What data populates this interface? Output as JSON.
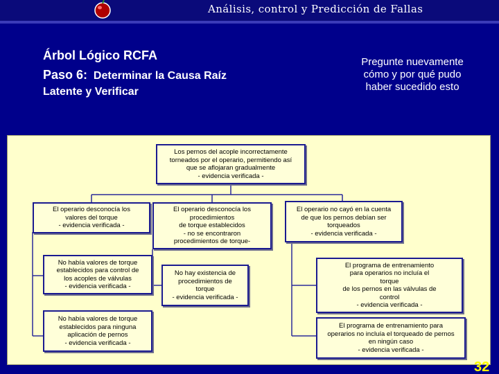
{
  "header": {
    "title": "Análisis, control y Predicción de Fallas"
  },
  "heading": {
    "line1": "Árbol Lógico RCFA",
    "line2_prefix": "Paso 6:",
    "line2_rest": "  Determinar la Causa Raíz",
    "line3": "Latente y Verificar"
  },
  "question_note": "Pregunte nuevamente cómo y por qué pudo haber sucedido esto",
  "tree": {
    "root": "Los pernos del acople incorrectamente\ntorneados por el operario, permitiendo así\nque se aflojaran gradualmente\n- evidencia verificada -",
    "col1": [
      "El operario desconocía los\nvalores del torque\n- evidencia verificada -",
      "No había valores de torque\nestablecidos para control de\nlos acoples de válvulas\n- evidencia verificada -",
      "No había valores de torque\nestablecidos para ninguna\naplicación de pernos\n- evidencia verificada -"
    ],
    "col2": [
      "El operario desconocía los\nprocedimientos\nde torque establecidos\n- no se encontraron\nprocedimientos de torque-",
      "No hay existencia de\nprocedimientos de\ntorque\n- evidencia verificada -"
    ],
    "col3": [
      "El operario no cayó en la cuenta\nde que los pernos debían ser\ntorqueados\n- evidencia verificada -",
      "El programa de entrenamiento\npara operarios no incluía el\ntorque\nde los pernos en las válvulas de\ncontrol\n- evidencia verificada -",
      "El programa de entrenamiento para\noperarios no incluía el torqueado de pernos\nen ningún caso\n- evidencia verificada -"
    ]
  },
  "page_number": "32",
  "colors": {
    "background": "#00008b",
    "panel": "#ffffcc",
    "node_border": "#1a1a90",
    "page_number": "#ffff00"
  }
}
